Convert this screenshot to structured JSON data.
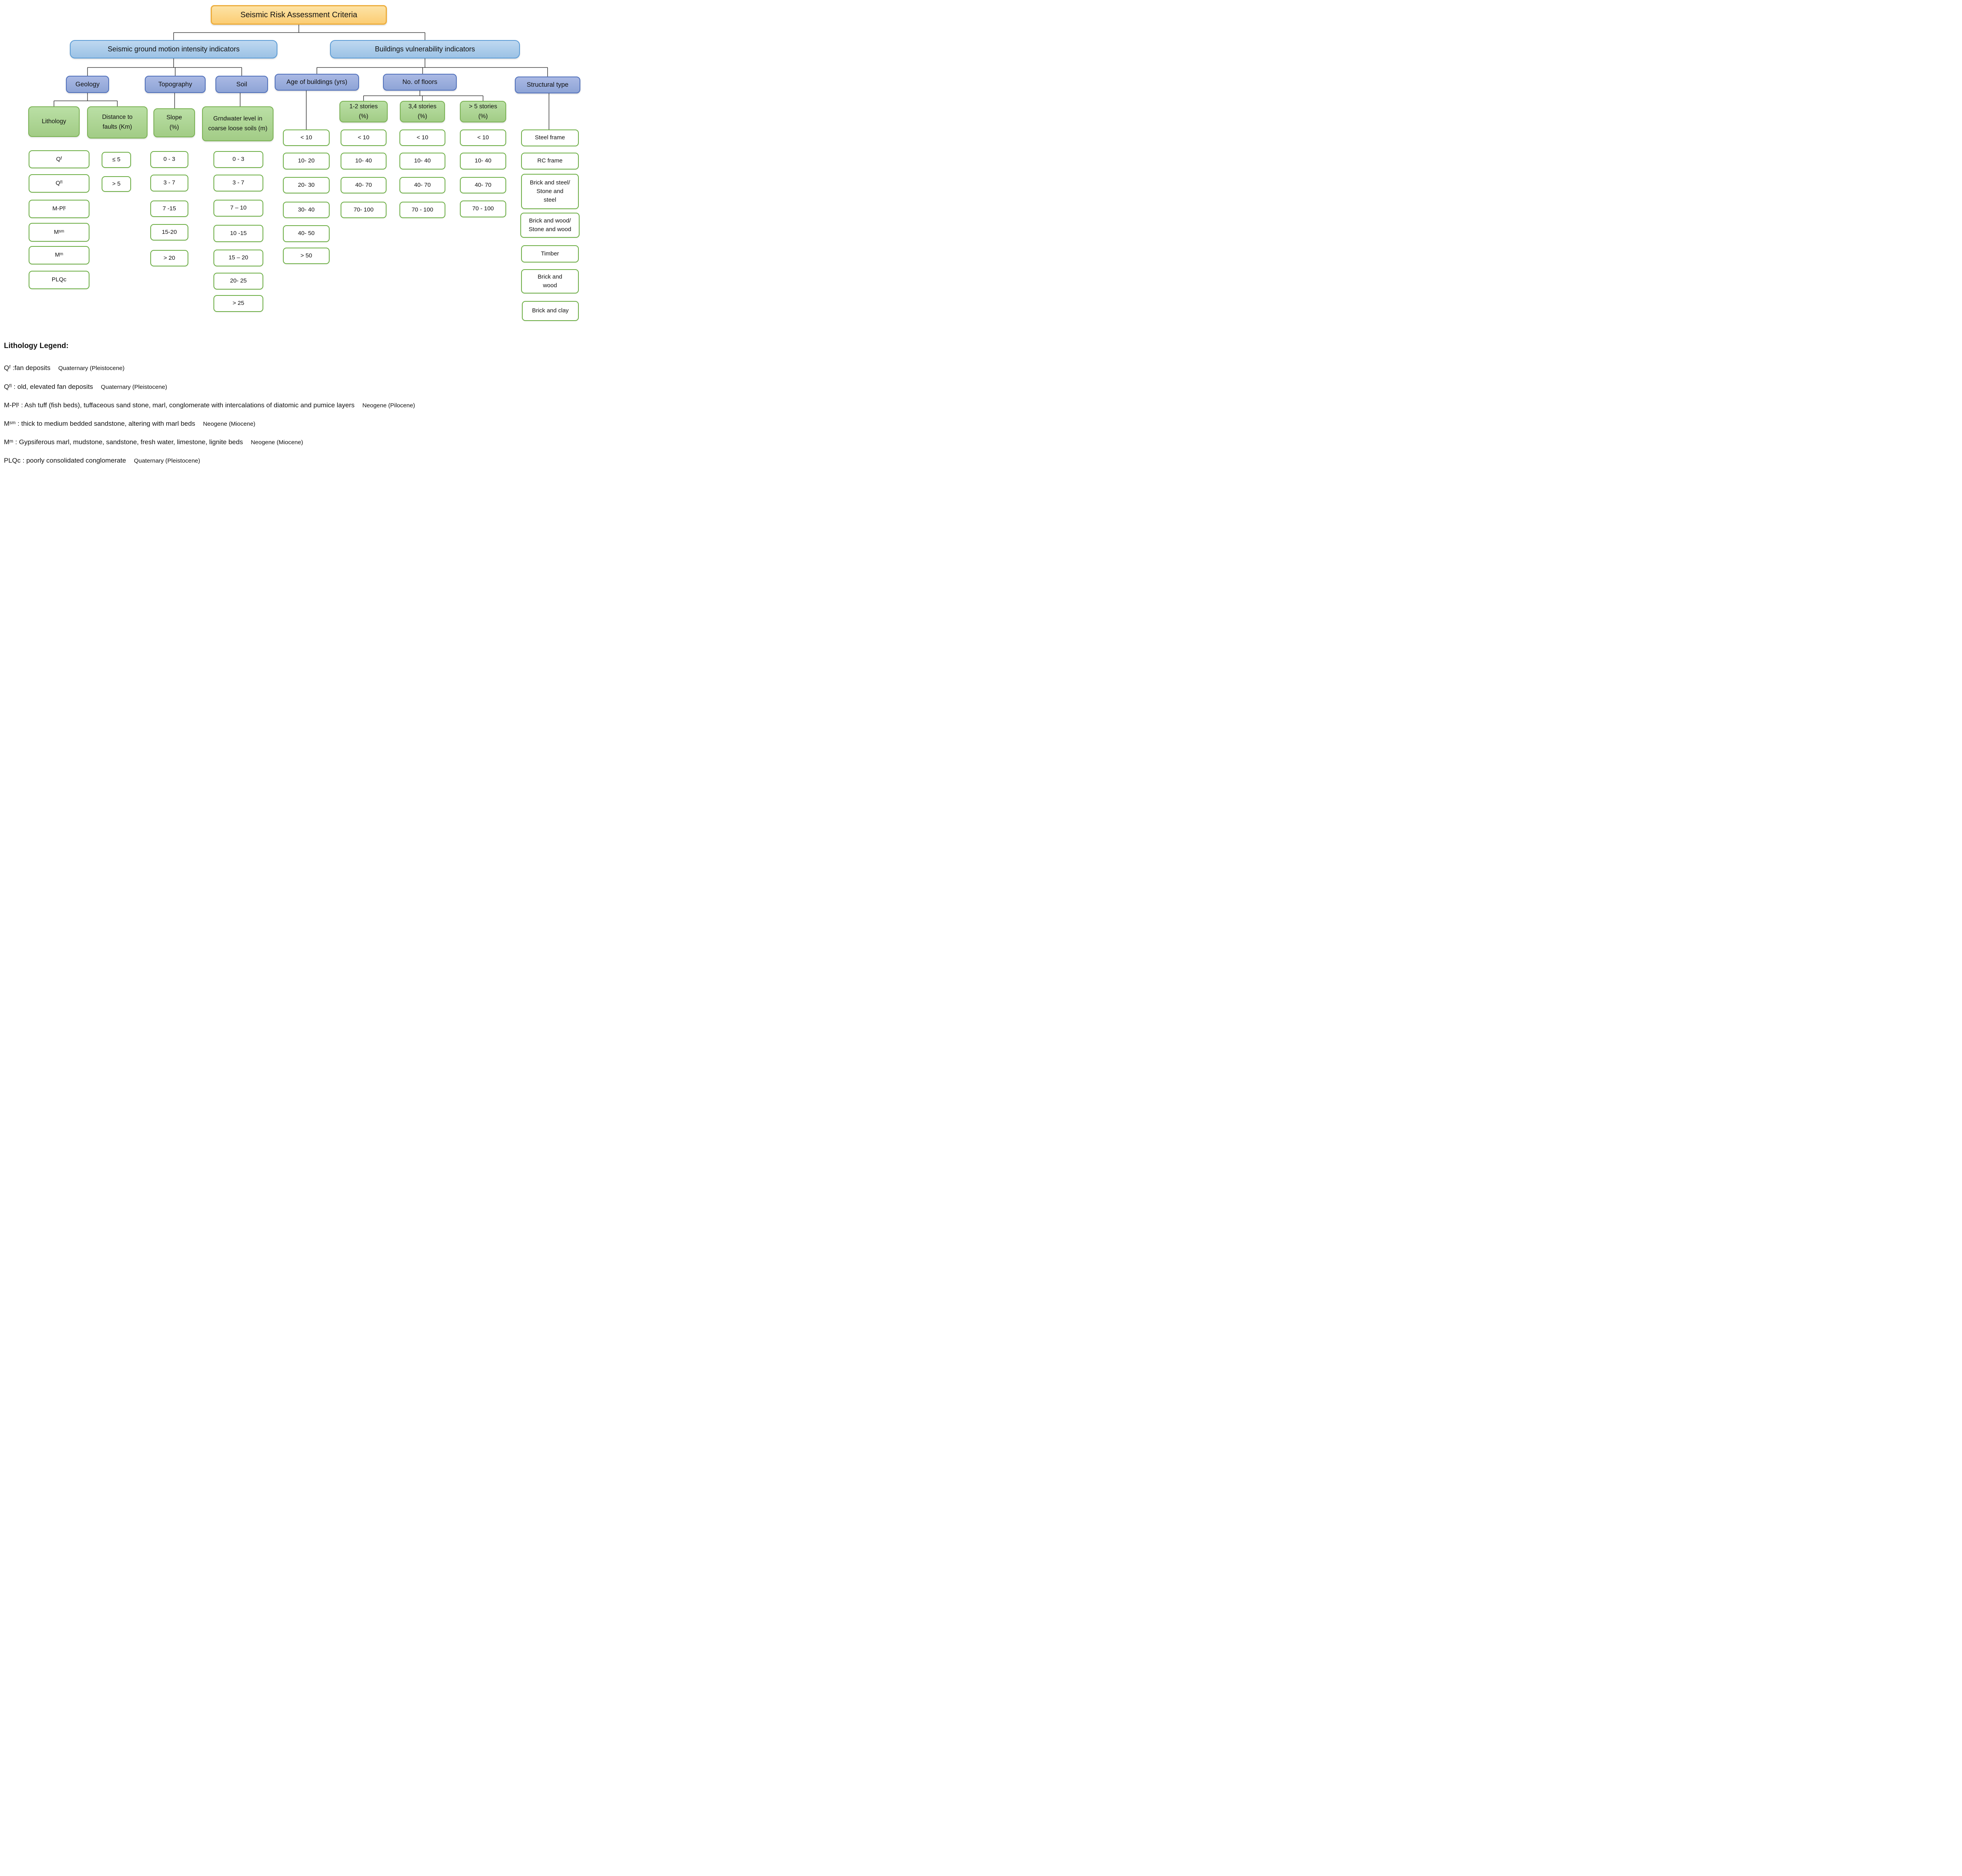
{
  "title": "Seismic Risk Assessment Criteria",
  "branches": {
    "ground_motion": "Seismic ground motion intensity indicators",
    "buildings": "Buildings vulnerability indicators"
  },
  "categories": {
    "geology": "Geology",
    "topography": "Topography",
    "soil": "Soil",
    "age": "Age of buildings (yrs)",
    "floors": "No. of floors",
    "structural": "Structural type"
  },
  "headers": {
    "lithology": "Lithology",
    "distance": "Distance to faults (Km)",
    "slope": "Slope (%)",
    "grndwater": "Grndwater level in coarse loose soils (m)",
    "stories_1_2": "1-2 stories (%)",
    "stories_3_4": "3,4 stories (%)",
    "stories_5": "> 5 stories (%)"
  },
  "values": {
    "lithology": [
      "Qᶠ",
      "Qᶠˡ",
      "M-Plᵗ",
      "Mˢᵐ",
      "Mᵐ",
      "PLQc"
    ],
    "distance": [
      "≤ 5",
      "> 5"
    ],
    "slope": [
      "0 - 3",
      "3 - 7",
      "7 -15",
      "15-20",
      "> 20"
    ],
    "soil": [
      "0 - 3",
      "3 - 7",
      "7 – 10",
      "10 -15",
      "15 – 20",
      "20- 25",
      "> 25"
    ],
    "age": [
      "< 10",
      "10- 20",
      "20- 30",
      "30- 40",
      "40- 50",
      "> 50"
    ],
    "floors_1_2": [
      "< 10",
      "10- 40",
      "40- 70",
      "70- 100"
    ],
    "floors_3_4": [
      "< 10",
      "10- 40",
      "40- 70",
      "70 - 100"
    ],
    "floors_5": [
      "< 10",
      "10- 40",
      "40- 70",
      "70 - 100"
    ],
    "structural": [
      "Steel frame",
      "RC frame",
      "Brick and steel/ Stone and steel",
      "Brick and wood/ Stone and wood",
      "Timber",
      "Brick and wood",
      "Brick and clay"
    ]
  },
  "legend": {
    "heading": "Lithology Legend:",
    "entries": [
      {
        "term": "Qᶠ",
        "desc": ":fan deposits",
        "era": "Quaternary (Pleistocene)"
      },
      {
        "term": "Qᶠˡ",
        "desc": ": old, elevated fan deposits",
        "era": "Quaternary (Pleistocene)"
      },
      {
        "term": "M-Plᵗ",
        "desc": ": Ash tuff (fish beds), tuffaceous sand stone, marl, conglomerate with intercalations of diatomic and pumice layers",
        "era": "Neogene  (Pilocene)"
      },
      {
        "term": "Mˢᵐ",
        "desc": ": thick to medium bedded sandstone, altering with marl beds",
        "era": "Neogene (Miocene)"
      },
      {
        "term": "Mᵐ",
        "desc": ": Gypsiferous marl, mudstone, sandstone, fresh water, limestone, lignite beds",
        "era": "Neogene (Miocene)"
      },
      {
        "term": "PLQc",
        "desc": ": poorly consolidated conglomerate",
        "era": "Quaternary (Pleistocene)"
      }
    ]
  },
  "colors": {
    "root_fill": "#FBCF78",
    "root_border": "#EDAE3E",
    "branch_fill": "#9DC3E6",
    "branch_border": "#5B9BD5",
    "category_fill": "#8FA3D7",
    "category_border": "#4F6FBA",
    "green_fill": "#A9D18E",
    "green_border": "#74AE4D",
    "leaf_border": "#6CAE44",
    "connector": "#1A1A1A"
  }
}
